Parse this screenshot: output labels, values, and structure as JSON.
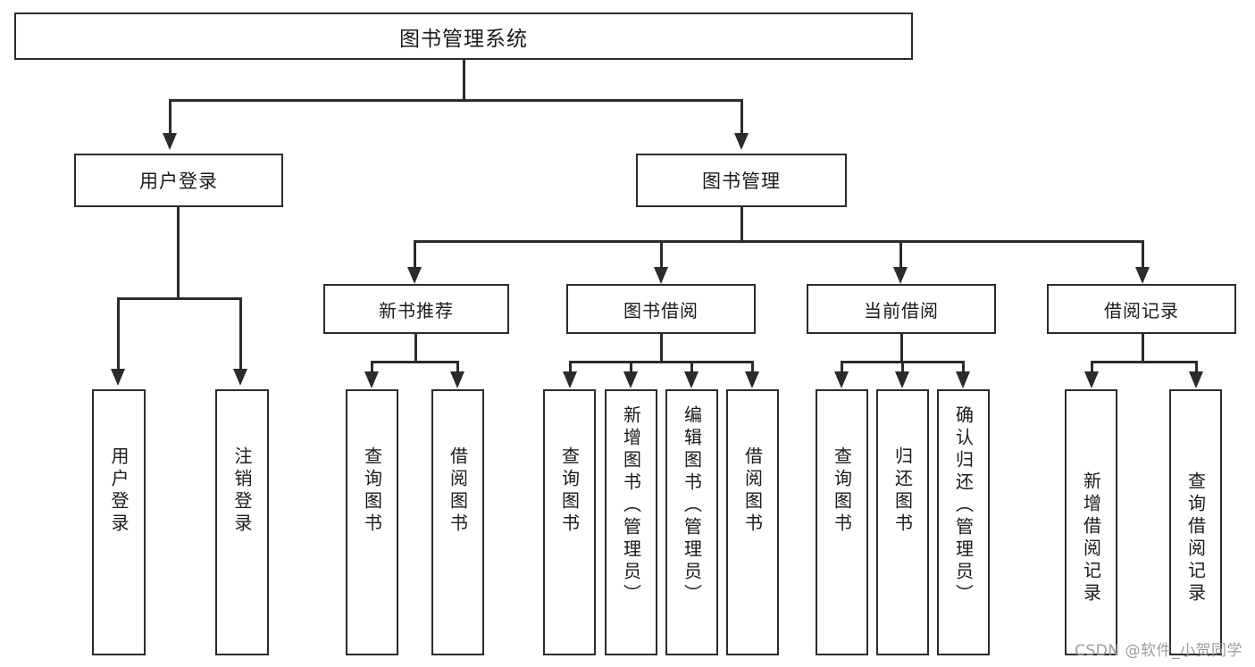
{
  "diagram": {
    "type": "tree-hierarchy-diagram",
    "title": "图书管理系统",
    "root": {
      "label": "图书管理系统"
    },
    "level2": [
      {
        "id": "user-login",
        "label": "用户登录"
      },
      {
        "id": "book-management",
        "label": "图书管理"
      }
    ],
    "level3": [
      {
        "id": "new-book-recommend",
        "label": "新书推荐"
      },
      {
        "id": "book-borrow",
        "label": "图书借阅"
      },
      {
        "id": "current-borrow",
        "label": "当前借阅"
      },
      {
        "id": "borrow-record",
        "label": "借阅记录"
      }
    ],
    "leaves": {
      "user_login": [
        {
          "id": "leaf-user-login",
          "label": "用户登录"
        },
        {
          "id": "leaf-logout-login",
          "label": "注销登录"
        }
      ],
      "new_book_recommend": [
        {
          "id": "leaf-query-book-1",
          "label": "查询图书"
        },
        {
          "id": "leaf-borrow-book-1",
          "label": "借阅图书"
        }
      ],
      "book_borrow": [
        {
          "id": "leaf-query-book-2",
          "label": "查询图书"
        },
        {
          "id": "leaf-add-book",
          "label": "新增图书（管理员）"
        },
        {
          "id": "leaf-edit-book",
          "label": "编辑图书（管理员）"
        },
        {
          "id": "leaf-borrow-book-2",
          "label": "借阅图书"
        }
      ],
      "current_borrow": [
        {
          "id": "leaf-query-book-3",
          "label": "查询图书"
        },
        {
          "id": "leaf-return-book",
          "label": "归还图书"
        },
        {
          "id": "leaf-confirm-return",
          "label": "确认归还（管理员）"
        }
      ],
      "borrow_record": [
        {
          "id": "leaf-add-record",
          "label": "新增借阅记录"
        },
        {
          "id": "leaf-query-record",
          "label": "查询借阅记录"
        }
      ]
    },
    "colors": {
      "stroke": "#2b2b2b",
      "background": "#ffffff",
      "text": "#1a1a1a",
      "watermark": "#9d9d9d"
    }
  },
  "watermark": {
    "text": "CSDN @软件_小贺同学"
  }
}
